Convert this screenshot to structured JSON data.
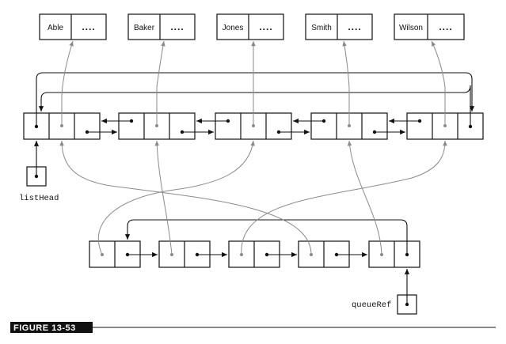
{
  "records": [
    {
      "name": "Able",
      "data": "...."
    },
    {
      "name": "Baker",
      "data": "...."
    },
    {
      "name": "Jones",
      "data": "...."
    },
    {
      "name": "Smith",
      "data": "...."
    },
    {
      "name": "Wilson",
      "data": "...."
    }
  ],
  "labels": {
    "list_head": "listHead",
    "queue_ref": "queueRef"
  },
  "figure": {
    "caption": "FIGURE 13-53"
  },
  "colors": {
    "ink": "#111111",
    "gray_pointer": "#8a8a8a",
    "caption_bg": "#111111"
  }
}
